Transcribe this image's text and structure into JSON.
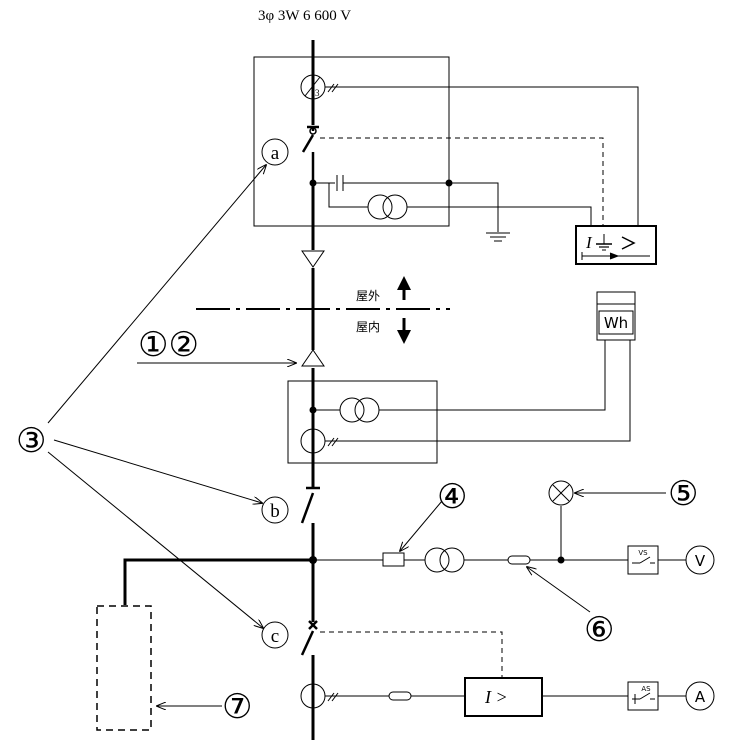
{
  "diagram": {
    "supply_label": "3φ 3W  6 600 V",
    "device_labels": {
      "a": "a",
      "b": "b",
      "c": "c"
    },
    "callouts": {
      "one_two": "①②",
      "three": "③",
      "four": "④",
      "five": "⑤",
      "six": "⑥",
      "seven": "⑦"
    },
    "outdoor_label": "屋外",
    "indoor_label": "屋内",
    "wh_meter_label": "Wh",
    "ct_ratio_label": "3",
    "relay_ocr_label": "I  >",
    "relay_ground_label": "I",
    "voltmeter_label": "V",
    "ammeter_label": "A",
    "vs_label": "VS",
    "as_label": "AS",
    "colors": {
      "line": "#000000",
      "background": "#ffffff"
    }
  }
}
